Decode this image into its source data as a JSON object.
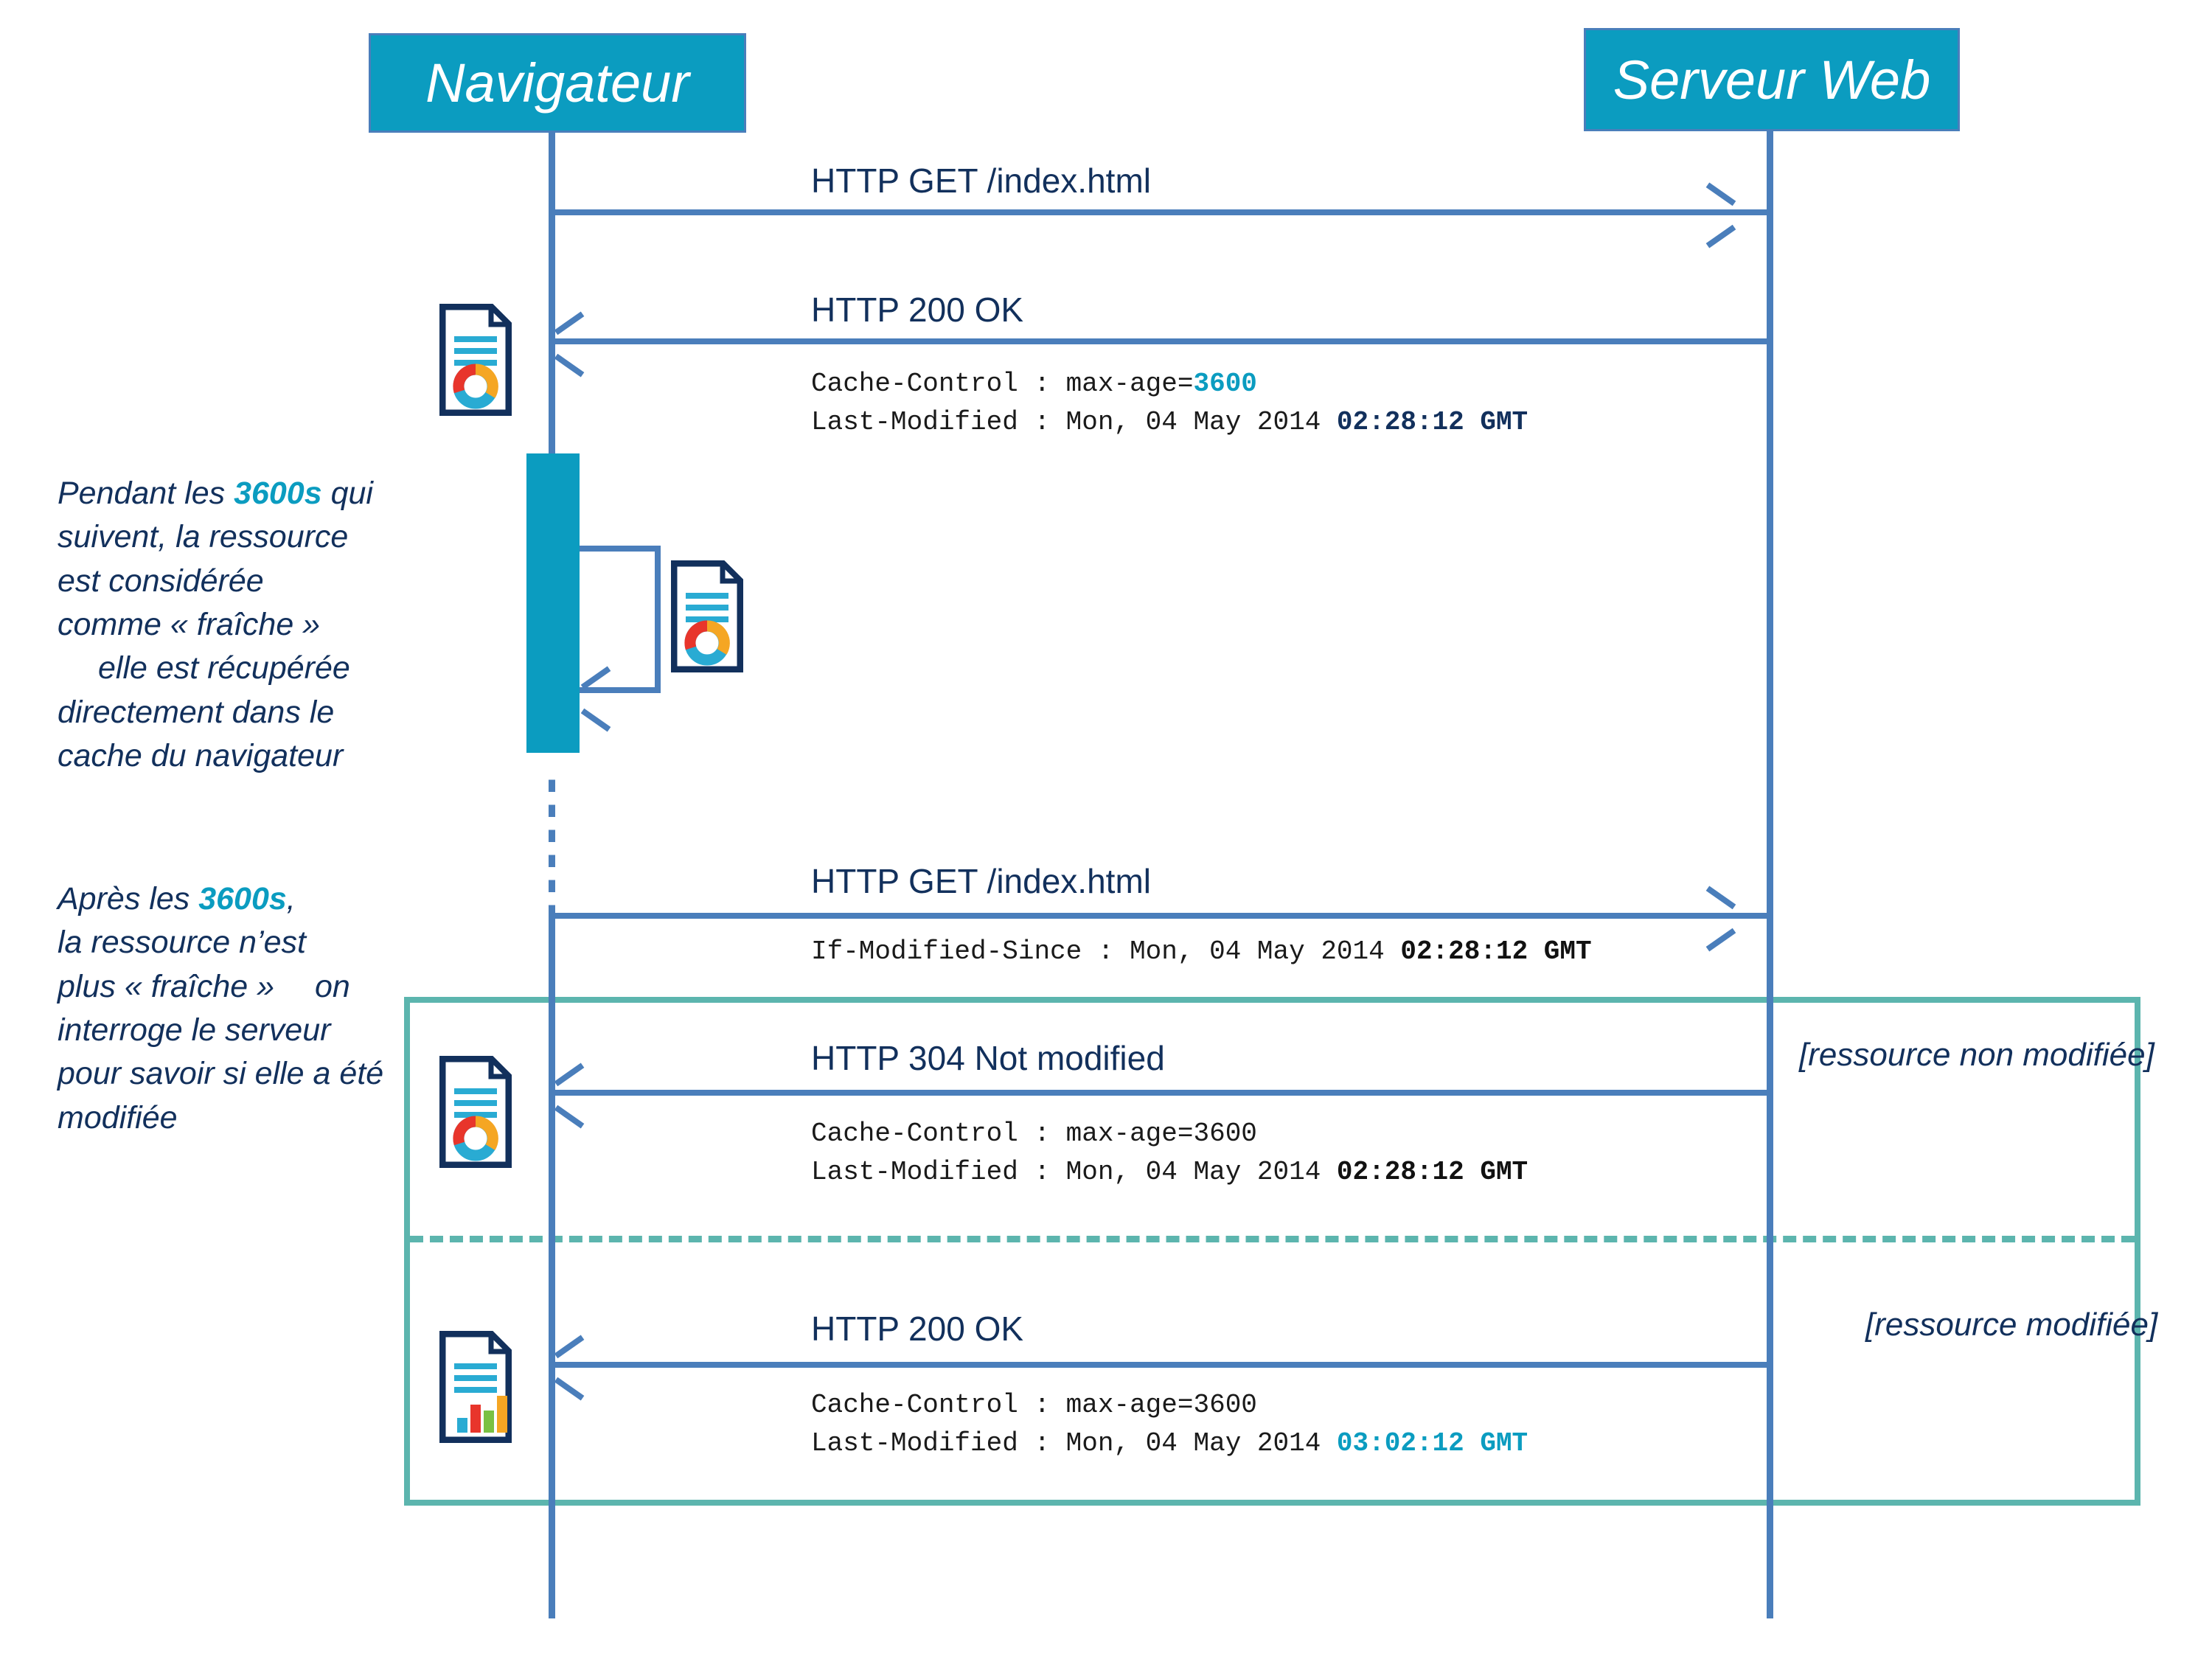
{
  "diagram": {
    "title": "HTTP cache sequence diagram",
    "colors": {
      "teal": "#0b9cc0",
      "blue": "#4a7ebb",
      "navy": "#12305c",
      "fragment_green": "#5cb5ae",
      "icon_outline": "#12305c",
      "icon_cyan": "#29abd3",
      "icon_red": "#e8352b",
      "icon_orange": "#f5a623",
      "icon_green": "#7ac143"
    }
  },
  "participants": [
    {
      "id": "browser",
      "label": "Navigateur"
    },
    {
      "id": "server",
      "label": "Serveur Web"
    }
  ],
  "messages": [
    {
      "id": "m1",
      "label": "HTTP GET /index.html",
      "direction": "right",
      "headers": []
    },
    {
      "id": "m2",
      "label": "HTTP 200 OK",
      "direction": "left",
      "headers": [
        {
          "name": "Cache-Control : max-age=",
          "value": "3600",
          "value_style": "teal"
        },
        {
          "name": "Last-Modified : Mon, 04 May 2014 ",
          "value": "02:28:12 GMT",
          "value_style": "dark-bold"
        }
      ]
    },
    {
      "id": "m3",
      "label": "HTTP GET /index.html",
      "direction": "right",
      "headers": [
        {
          "name": "If-Modified-Since : Mon, 04 May 2014 ",
          "value": "02:28:12 GMT",
          "value_style": "black-bold"
        }
      ]
    },
    {
      "id": "m4",
      "label": "HTTP 304 Not modified",
      "direction": "left",
      "headers": [
        {
          "name": "Cache-Control : max-age=3600",
          "value": "",
          "value_style": "plain"
        },
        {
          "name": "Last-Modified : Mon, 04 May 2014 ",
          "value": "02:28:12 GMT",
          "value_style": "black-bold"
        }
      ]
    },
    {
      "id": "m5",
      "label": "HTTP 200 OK",
      "direction": "left",
      "headers": [
        {
          "name": "Cache-Control : max-age=3600",
          "value": "",
          "value_style": "plain"
        },
        {
          "name": "Last-Modified : Mon, 04 May 2014 ",
          "value": "03:02:12 GMT",
          "value_style": "teal-bold"
        }
      ]
    }
  ],
  "header_text": {
    "m2_line1_pre": "Cache-Control : max-age=",
    "m2_line1_num": "3600",
    "m2_line2_pre": "Last-Modified : Mon, 04 May 2014 ",
    "m2_line2_time": "02:28:12 GMT",
    "m3_line1_pre": "If-Modified-Since : Mon, 04 May 2014 ",
    "m3_line1_time": "02:28:12 GMT",
    "m4_line1": "Cache-Control : max-age=3600",
    "m4_line2_pre": "Last-Modified : Mon, 04 May 2014 ",
    "m4_line2_time": "02:28:12 GMT",
    "m5_line1": "Cache-Control : max-age=3600",
    "m5_line2_pre": "Last-Modified : Mon, 04 May 2014 ",
    "m5_line2_time": "03:02:12 GMT"
  },
  "notes": {
    "fresh": {
      "line1_pre": "Pendant les ",
      "line1_num": "3600s",
      "line1_post": " qui",
      "line2": "suivent, la ressource",
      "line3": "est considérée",
      "line4": "comme « fraîche »",
      "line5": "elle est récupérée",
      "line6": "directement dans le",
      "line7": "cache du navigateur"
    },
    "stale": {
      "line1_pre": "Après les ",
      "line1_num": "3600s",
      "line1_post": ",",
      "line2": "la ressource n’est",
      "line3_a": "plus « fraîche »",
      "line3_b": "on",
      "line4": "interroge le serveur",
      "line5": "pour savoir si elle a été",
      "line6": "modifiée"
    }
  },
  "fragment": {
    "guard_top": "[ressource non modifiée]",
    "guard_bottom": "[ressource modifiée]"
  },
  "icons": {
    "doc_donut": "document-donut-chart-icon",
    "doc_bars": "document-bar-chart-icon"
  }
}
